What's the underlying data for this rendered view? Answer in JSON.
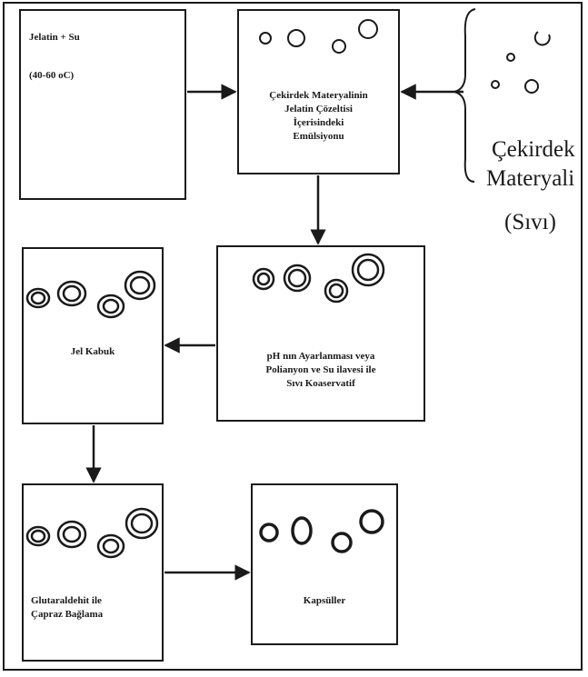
{
  "boxes": {
    "gelatin_water": {
      "line1": "Jelatin + Su",
      "line2": "(40-60 oC)"
    },
    "emulsion": {
      "line1": "Çekirdek Materyalinin",
      "line2": "Jelatin Çözeltisi",
      "line3": "İçerisindeki",
      "line4": "Emülsiyonu"
    },
    "coacervation": {
      "line1": "pH nın Ayarlanması veya",
      "line2": "Polianyon ve Su ilavesi ile",
      "line3": "Sıvı Koaservatif"
    },
    "gel_shell": {
      "line1": "Jel Kabuk"
    },
    "crosslink": {
      "line1": "Glutaraldehit ile",
      "line2": "Çapraz Bağlama"
    },
    "capsules": {
      "line1": "Kapsüller"
    }
  },
  "core_material": {
    "line1": "Çekirdek",
    "line2": "Materyali",
    "line3": "(Sıvı)"
  },
  "colors": {
    "ink": "#1a1a1a",
    "background": "#ffffff"
  }
}
